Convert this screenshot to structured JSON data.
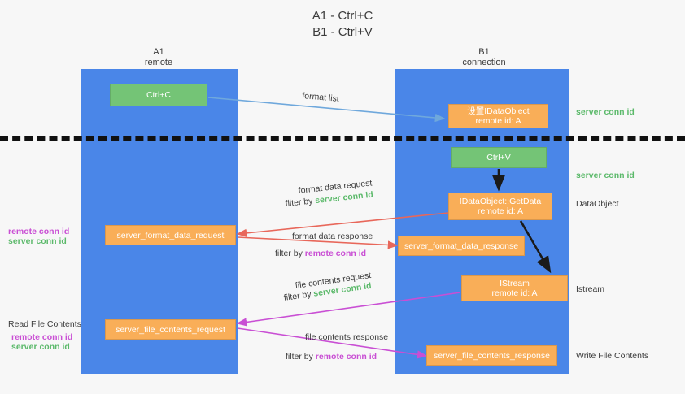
{
  "title": "A1 - Ctrl+C\nB1 - Ctrl+V",
  "colors": {
    "lane": "#4a86e8",
    "green_box": "#74c476",
    "orange_box": "#f9ae58",
    "server_conn": "#5bb96a",
    "remote_conn": "#c94fd4",
    "arrow_blue": "#6fa8dc",
    "arrow_red": "#e8675a",
    "arrow_magenta": "#c94fd4",
    "arrow_black": "#1a1a1a",
    "background": "#f7f7f7"
  },
  "lanes": [
    {
      "name": "A1",
      "sub": "remote",
      "title": "A1\nremote"
    },
    {
      "name": "B1",
      "sub": "connection",
      "title": "B1\nconnection"
    }
  ],
  "nodes": {
    "ctrl_c": "Ctrl+C",
    "ctrl_v": "Ctrl+V",
    "idataobject": "设置IDataObject\nremote id: A",
    "getdata": "IDataObject::GetData\nremote id: A",
    "istream": "IStream\nremote id: A",
    "server_format_data_request": "server_format_data_request",
    "server_format_data_response": "server_format_data_response",
    "server_file_contents_request": "server_file_contents_request",
    "server_file_contents_response": "server_file_contents_response"
  },
  "right_labels": {
    "server_conn_id_1": "server conn id",
    "server_conn_id_2": "server conn id",
    "dataobject": "DataObject",
    "istream": "Istream",
    "write_file_contents": "Write File Contents"
  },
  "left_labels": {
    "remote_conn_id_1": "remote conn id",
    "server_conn_id_1": "server conn id",
    "read_file_contents": "Read File Contents",
    "remote_conn_id_2": "remote conn id",
    "server_conn_id_2": "server conn id"
  },
  "edges": {
    "format_list": "format list",
    "format_data_request": "format data request",
    "format_data_request_filter_prefix": "filter by ",
    "format_data_request_filter_value": "server conn id",
    "format_data_response": "format data response",
    "format_data_response_filter_prefix": "filter by ",
    "format_data_response_filter_value": "remote conn id",
    "file_contents_request": "file contents request",
    "file_contents_request_filter_prefix": "filter by ",
    "file_contents_request_filter_value": "server conn id",
    "file_contents_response": "file contents response",
    "file_contents_response_filter_prefix": "filter by ",
    "file_contents_response_filter_value": "remote conn id"
  }
}
